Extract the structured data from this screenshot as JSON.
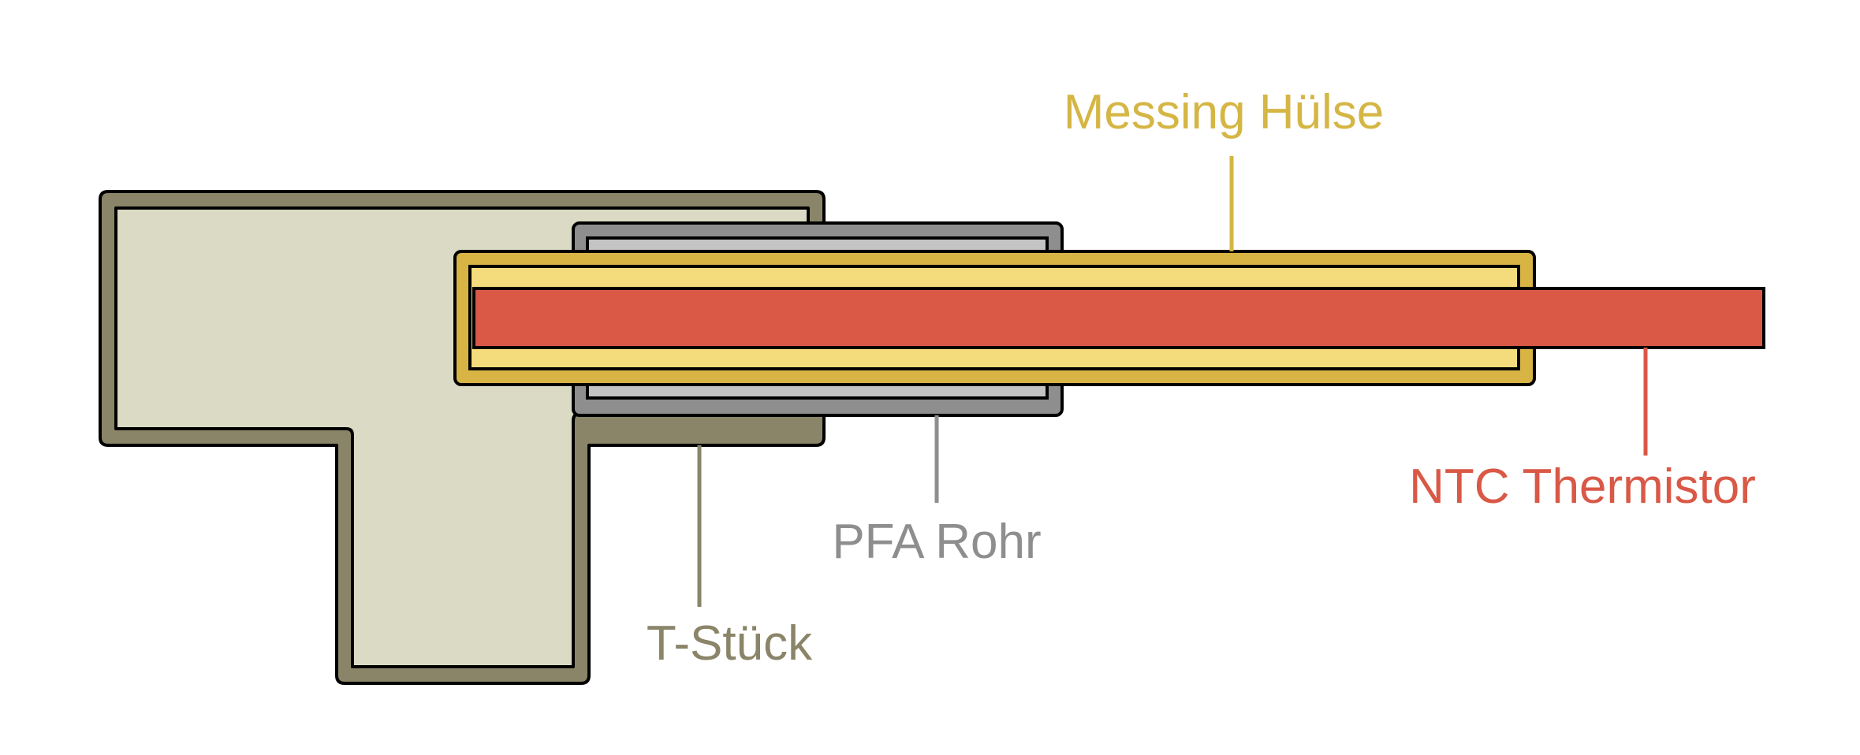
{
  "labels": {
    "messing": "Messing Hülse",
    "ntc": "NTC Thermistor",
    "pfa": "PFA Rohr",
    "tstueck": "T-Stück"
  },
  "colors": {
    "outline": "#000000",
    "tstueck_outer": "#8a8568",
    "tstueck_inner": "#dbdac4",
    "pfa_outer": "#8e8e8e",
    "pfa_inner": "#c4c4c4",
    "messing_outer": "#d7b444",
    "messing_inner": "#f4dc7c",
    "ntc_fill": "#d95846",
    "label_messing": "#d5b645",
    "label_ntc": "#d95846",
    "label_pfa": "#8e8e8e",
    "label_tstueck": "#8a8568"
  }
}
